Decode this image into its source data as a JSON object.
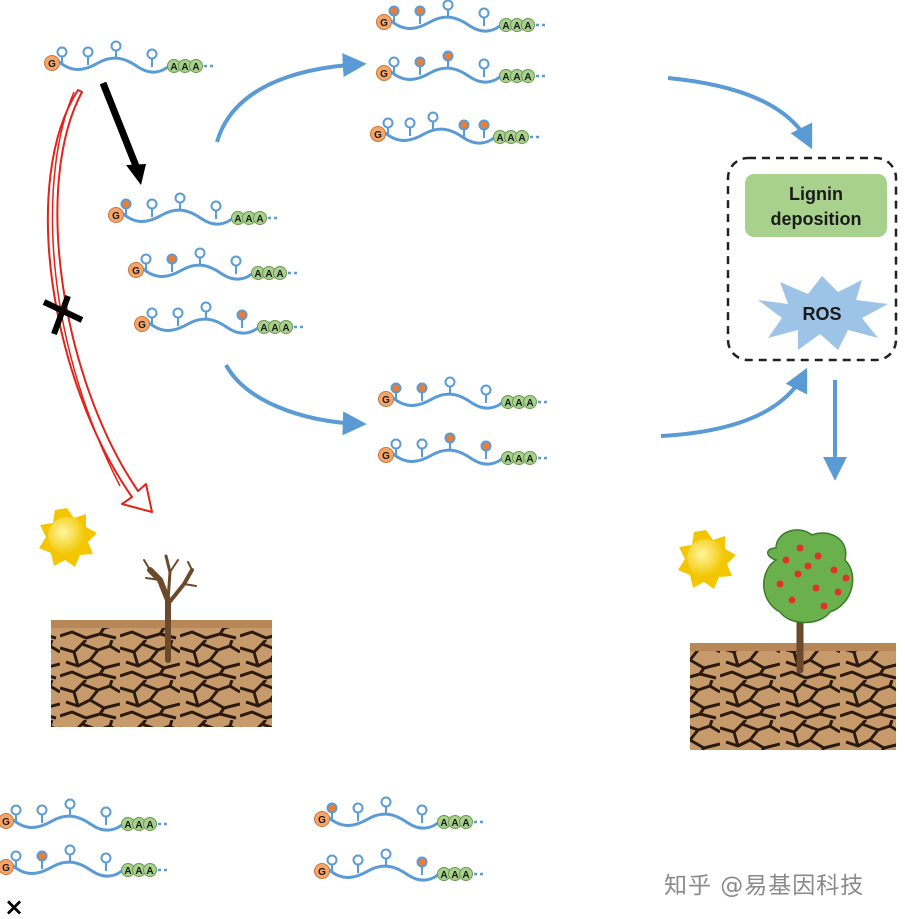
{
  "figure": {
    "box": {
      "line1": "Lignin",
      "line2": "deposition",
      "ros": "ROS"
    },
    "mrna": {
      "cap": "G",
      "tail": [
        "A",
        "A",
        "A"
      ]
    },
    "legend_symbol": "×",
    "watermark": "知乎 @易基因科技"
  },
  "colors": {
    "strand": "#5b9bd5",
    "cap": "#f4a56b",
    "poly_a": "#a9d18e",
    "methyl_mark": "#ed7d31",
    "arrow_blue": "#5b9bd5",
    "blocked_arrow": "#e2231a",
    "lignin_box": "#a9d18e",
    "ros_burst": "#9dc3e6",
    "soil": "#c79a6b",
    "crack": "#2b1a10",
    "foliage": "#6ab04c",
    "fruit": "#e0312b",
    "sun": "#f7d417"
  }
}
